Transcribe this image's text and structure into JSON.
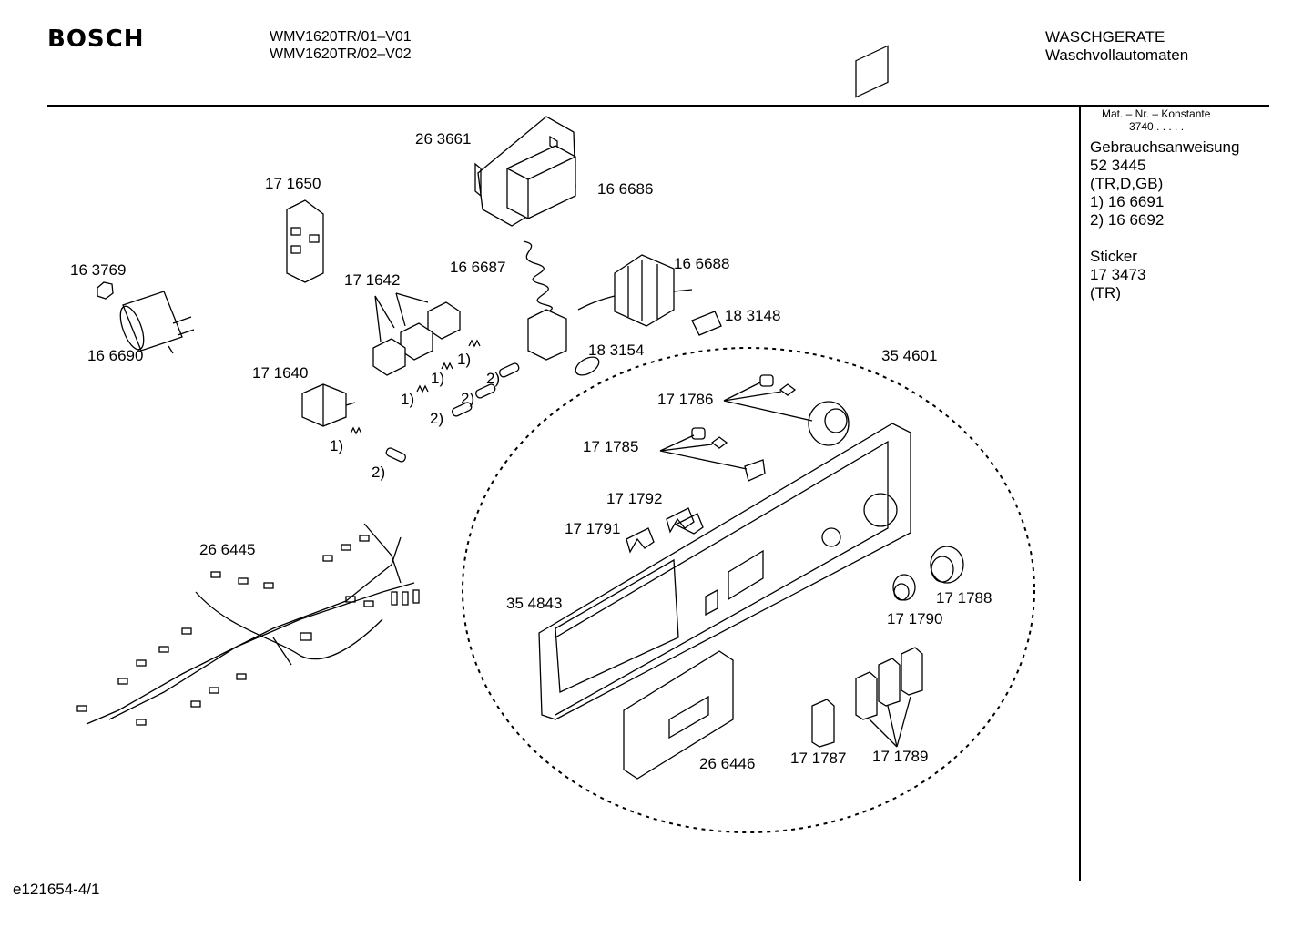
{
  "header": {
    "brand": "BOSCH",
    "model_line_1": "WMV1620TR/01–V01",
    "model_line_2": "WMV1620TR/02–V02",
    "category_line_1": "WASCHGERATE",
    "category_line_2": "Waschvollautomaten"
  },
  "sidebar": {
    "mat_label": "Mat. – Nr. – Konstante",
    "mat_value": "3740  .   .   .   .   .",
    "lines_a": [
      "Gebrauchsanweisung",
      "52 3445",
      "(TR,D,GB)",
      "1)  16 6691",
      "2)  16 6692"
    ],
    "lines_b": [
      "Sticker",
      "17 3473",
      "(TR)"
    ]
  },
  "footer": {
    "code": "e121654-4/1"
  },
  "part_labels": {
    "p263661": "26 3661",
    "p166686": "16 6686",
    "p171650": "17 1650",
    "p163769": "16 3769",
    "p166690": "16 6690",
    "p171642": "17 1642",
    "p166687": "16 6687",
    "p166688": "16 6688",
    "p183148": "18 3148",
    "p183154": "18 3154",
    "p354601": "35 4601",
    "p171640": "17 1640",
    "p171786": "17 1786",
    "p171785": "17 1785",
    "p171792": "17 1792",
    "p171791": "17 1791",
    "p266445": "26 6445",
    "p354843": "35 4843",
    "p171788": "17 1788",
    "p171790": "17 1790",
    "p266446": "26 6446",
    "p171787": "17 1787",
    "p171789": "17 1789"
  },
  "variant_marks": {
    "v1": "1)",
    "v2": "2)"
  }
}
